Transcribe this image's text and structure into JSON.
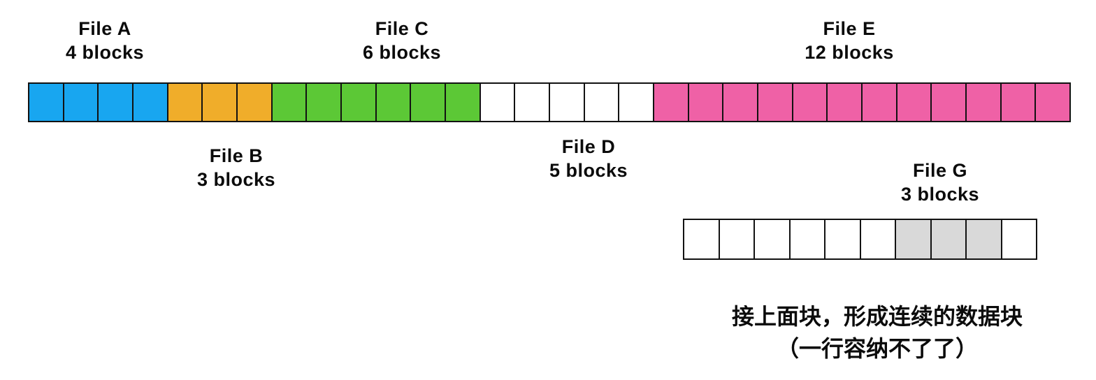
{
  "diagram": {
    "title_hint": "disk-block-allocation",
    "colors": {
      "file_a": "#18a6f0",
      "file_b": "#f0ad2a",
      "file_c": "#5cc836",
      "file_d": "#ffffff",
      "file_e": "#ef61a6",
      "file_g": "#d9d9d9",
      "free": "#ffffff",
      "border": "#121212"
    },
    "row1": {
      "segments": [
        {
          "id": "file-a",
          "label": "File A",
          "blocks": 4,
          "color": "#18a6f0"
        },
        {
          "id": "file-b",
          "label": "File B",
          "blocks": 3,
          "color": "#f0ad2a"
        },
        {
          "id": "file-c",
          "label": "File C",
          "blocks": 6,
          "color": "#5cc836"
        },
        {
          "id": "file-d",
          "label": "File D",
          "blocks": 5,
          "color": "#ffffff"
        },
        {
          "id": "file-e",
          "label": "File E",
          "blocks": 12,
          "color": "#ef61a6"
        }
      ]
    },
    "row2": {
      "cells": [
        {
          "id": "free",
          "color": "#ffffff"
        },
        {
          "id": "free",
          "color": "#ffffff"
        },
        {
          "id": "free",
          "color": "#ffffff"
        },
        {
          "id": "free",
          "color": "#ffffff"
        },
        {
          "id": "free",
          "color": "#ffffff"
        },
        {
          "id": "free",
          "color": "#ffffff"
        },
        {
          "id": "file-g",
          "color": "#d9d9d9"
        },
        {
          "id": "file-g",
          "color": "#d9d9d9"
        },
        {
          "id": "file-g",
          "color": "#d9d9d9"
        },
        {
          "id": "free",
          "color": "#ffffff"
        }
      ]
    },
    "labels": {
      "file_a": {
        "line1": "File A",
        "line2": "4 blocks"
      },
      "file_b": {
        "line1": "File B",
        "line2": "3 blocks"
      },
      "file_c": {
        "line1": "File C",
        "line2": "6 blocks"
      },
      "file_d": {
        "line1": "File D",
        "line2": "5 blocks"
      },
      "file_e": {
        "line1": "File E",
        "line2": "12 blocks"
      },
      "file_g": {
        "line1": "File G",
        "line2": "3 blocks"
      }
    },
    "caption": {
      "line1": "接上面块，形成连续的数据块",
      "line2": "（一行容纳不了了）"
    }
  }
}
